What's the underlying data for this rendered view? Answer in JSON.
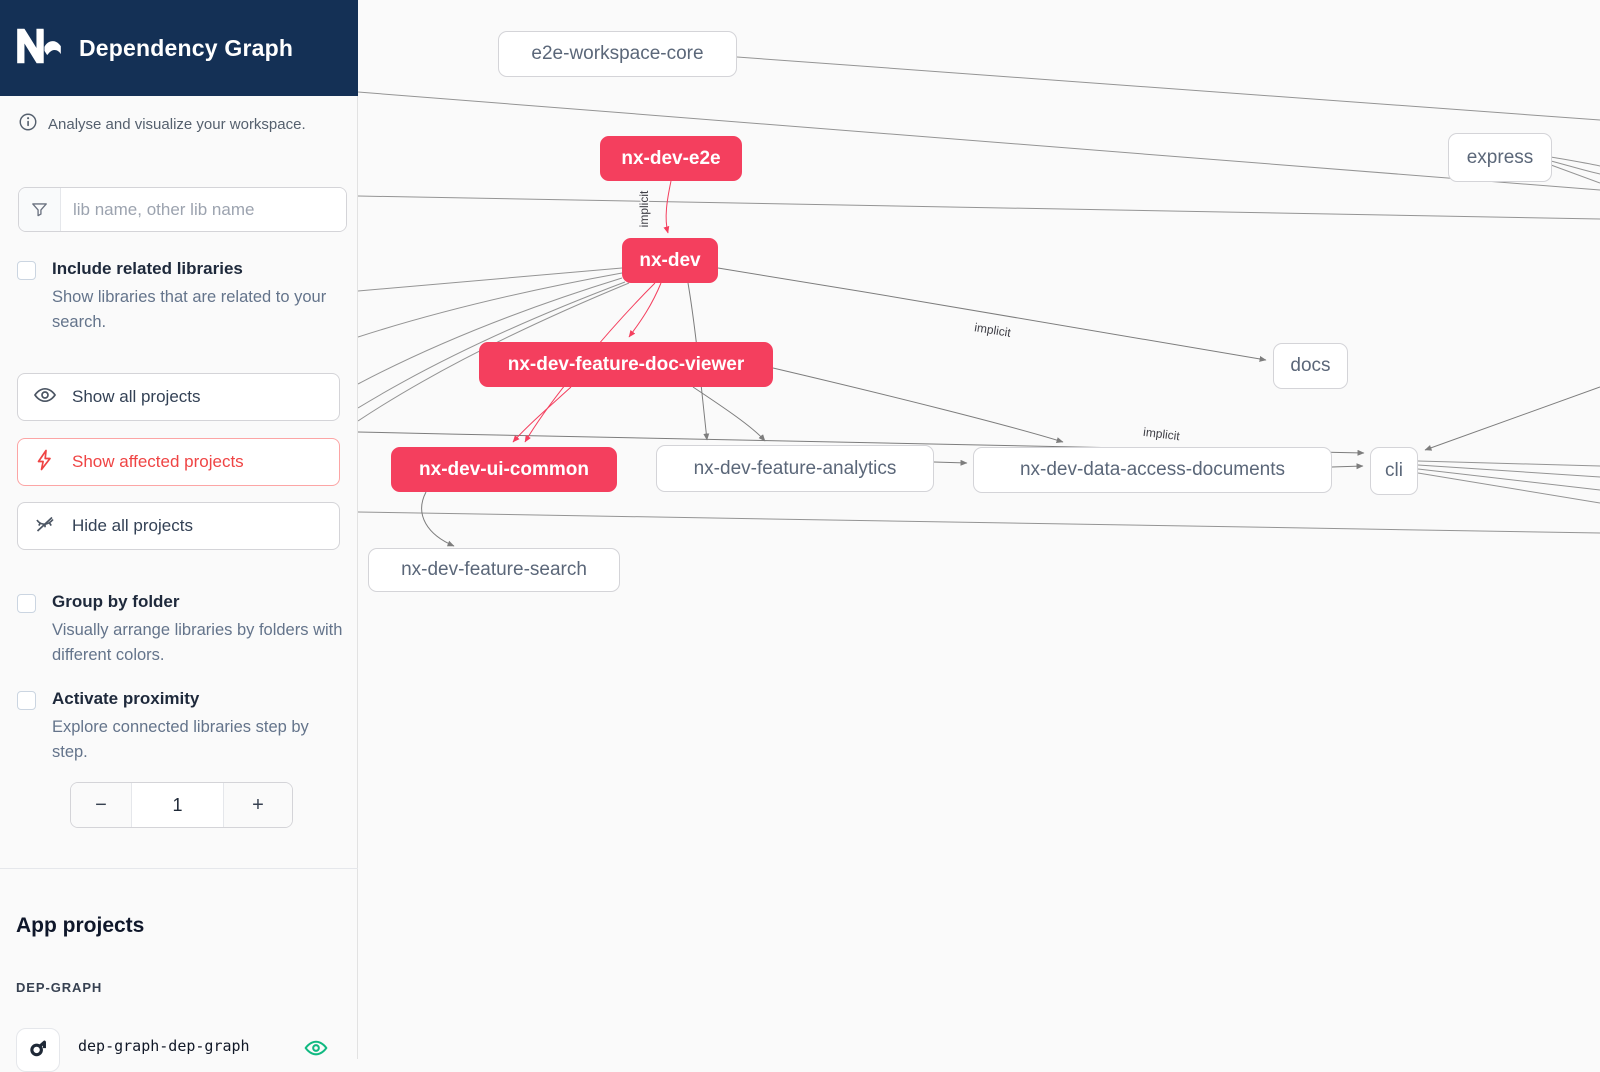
{
  "header": {
    "app_name": "Nx",
    "title": "Dependency Graph"
  },
  "sidebar": {
    "tagline": "Analyse and visualize your workspace.",
    "search": {
      "placeholder": "lib name, other lib name"
    },
    "include_related": {
      "label": "Include related libraries",
      "description": "Show libraries that are related to your search."
    },
    "actions": {
      "show_all": "Show all projects",
      "show_affected": "Show affected projects",
      "hide_all": "Hide all projects"
    },
    "group_by_folder": {
      "label": "Group by folder",
      "description": "Visually arrange libraries by folders with different colors."
    },
    "activate_proximity": {
      "label": "Activate proximity",
      "description": "Explore connected libraries step by step."
    },
    "stepper": {
      "decrement": "−",
      "value": "1",
      "increment": "+"
    },
    "projects": {
      "heading": "App projects",
      "group_label": "DEP-GRAPH",
      "items": [
        {
          "name": "dep-graph-dep-graph",
          "visible": true
        }
      ]
    }
  },
  "graph": {
    "nodes": [
      {
        "label": "e2e-workspace-core",
        "affected": false
      },
      {
        "label": "nx-dev-e2e",
        "affected": true
      },
      {
        "label": "express",
        "affected": false
      },
      {
        "label": "nx-dev",
        "affected": true
      },
      {
        "label": "nx-dev-feature-doc-viewer",
        "affected": true
      },
      {
        "label": "docs",
        "affected": false
      },
      {
        "label": "nx-dev-ui-common",
        "affected": true
      },
      {
        "label": "nx-dev-feature-analytics",
        "affected": false
      },
      {
        "label": "nx-dev-data-access-documents",
        "affected": false
      },
      {
        "label": "cli",
        "affected": false
      },
      {
        "label": "nx-dev-feature-search",
        "affected": false
      }
    ],
    "edge_labels": {
      "e2e_to_nxdev": "implicit",
      "nxdev_to_docs": "implicit",
      "to_cli": "implicit"
    }
  },
  "colors": {
    "header_bg": "#143055",
    "affected_node": "#f43f5e",
    "edge_gray": "#949494",
    "danger_red": "#ef4444",
    "eye_green": "#10b981",
    "canvas_bg": "#fafafa"
  }
}
